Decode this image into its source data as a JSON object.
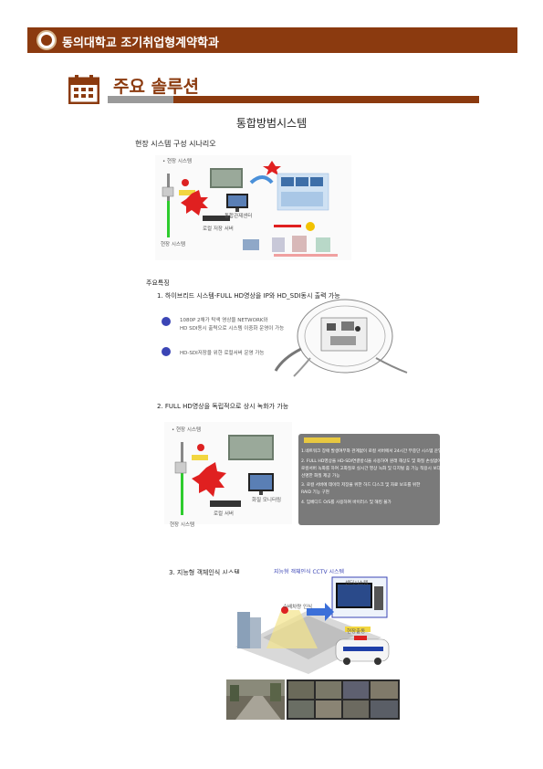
{
  "header": {
    "school": "동의대학교 조기취업형계약학과"
  },
  "section": {
    "title": "주요 솔루션"
  },
  "document": {
    "title": "통합방범시스템",
    "scenario_label": "현장 시스템 구성 시나리오",
    "features_label": "주요특징",
    "feature1": "1. 하이브리드 시스템-FULL HD영상을 IP와 HD_SDI동시 출력 가능",
    "feature1_bullets": [
      "1080P 2채가 탁색 영상을 NETWORK와",
      "HD SDI동시 출력으로 시스템 이중화 운영이 가능",
      "HD-SDI저장을 위한 로컬서버 운영 가능"
    ],
    "feature2": "2. FULL HD영상을 독립적으로 상시 녹화가 가능",
    "feature2_notes": [
      "1.네트워크 장애 발생여부와 관계없이 로컬 서버에서 24시간 무중단 시스템 운영",
      "2. FULL HD영상을 HD-SDI연결방식을 사용하여 원래 해상도 및 화질 손실없이",
      "로컬서버 녹화를 하여 고화질로 실시간 영상 녹화 및 디지털 줌 기능 적용시 보다",
      "선명한 화질 제공 가능",
      "3. 로컬 서버에 데이터 저장을 위한 하드 디스크 및 자료 보호를 위한",
      "RAID 기능 구현",
      "4. 임베디드 O/S를 사용하여 바이러스 및 해킹 불가"
    ],
    "feature3": "3. 지능형 객체인식 시스템",
    "feature3_diagram_title": "지능형 객체인식 CCTV 시스템"
  },
  "figure1_labels": {
    "field": "• 현장 시스템",
    "monitor": "통합관제센터",
    "recorder": "로컬 저장 서버",
    "pole": "현장 시스템"
  },
  "figure2_labels": {
    "field": "• 현장 시스템",
    "monitor": "화질 모니터링",
    "recorder": "로컬 서버",
    "pole": "현장 시스템"
  },
  "figure3_labels": {
    "center": "센터시스템",
    "detect": "수배차량 인식",
    "dispatch": "현장출동"
  },
  "colors": {
    "brand": "#8b3a0f",
    "grey": "#9a9a9a",
    "accent_blue": "#3b45b5",
    "green": "#2ecc2e"
  }
}
